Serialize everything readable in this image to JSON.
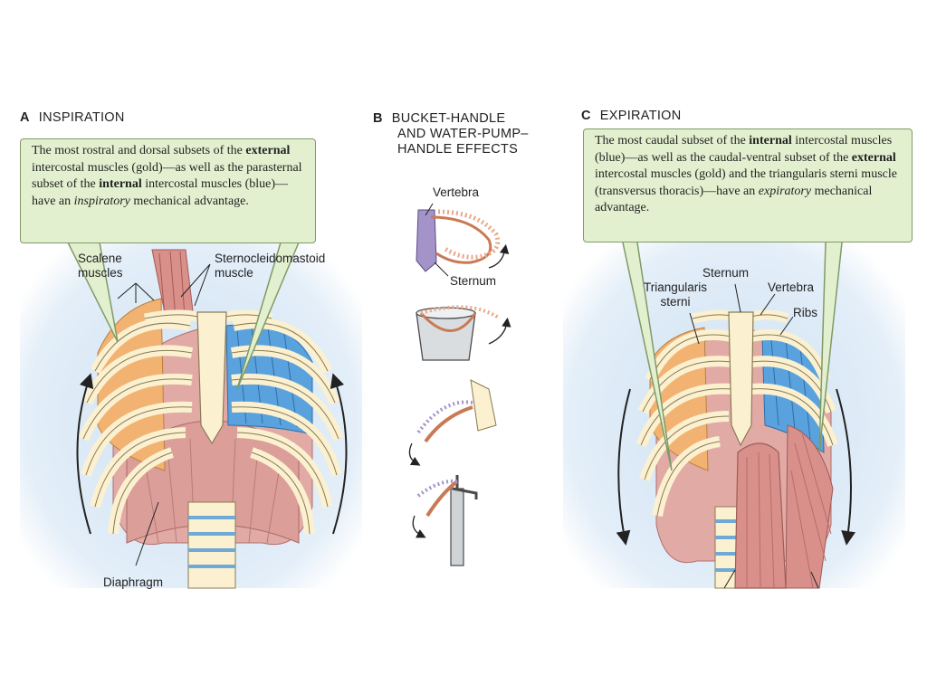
{
  "panels": {
    "a": {
      "letter": "A",
      "title": "INSPIRATION",
      "callout": {
        "t1": "The most rostral and dorsal subsets of the",
        "b1": "external",
        "t2": " intercostal muscles (gold)—as well as the parasternal subset of the ",
        "b2": "internal",
        "t3": " intercostal muscles (blue)—have an ",
        "i1": "inspiratory",
        "t4": " mechanical advantage."
      },
      "labels": {
        "scalene": "Scalene muscles",
        "scm": "Sternocleidomastoid muscle",
        "diaphragm": "Diaphragm"
      }
    },
    "b": {
      "letter": "B",
      "title_l1": "BUCKET-HANDLE",
      "title_l2": "AND WATER-PUMP–",
      "title_l3": "HANDLE  EFFECTS",
      "labels": {
        "vertebra": "Vertebra",
        "sternum": "Sternum"
      }
    },
    "c": {
      "letter": "C",
      "title": "EXPIRATION",
      "callout": {
        "t1": "The most caudal subset of the ",
        "b1": "internal",
        "t2": " intercostal muscles (blue)—as well as the caudal-ventral subset of the ",
        "b2": "external",
        "t3": " intercostal muscles (gold) and the triangularis sterni muscle (transversus thoracis)—have an ",
        "i1": "expiratory",
        "t4": " mechanical advantage."
      },
      "labels": {
        "triangularis": "Triangularis sterni",
        "sternum": "Sternum",
        "vertebra": "Vertebra",
        "ribs": "Ribs"
      }
    }
  },
  "colors": {
    "gold": "#f2b272",
    "blue": "#5aa2de",
    "muscle": "#d98f8a",
    "bone": "#fbf1d0",
    "callout_bg": "#e3f0cf",
    "glow": "#d6e7f6"
  }
}
